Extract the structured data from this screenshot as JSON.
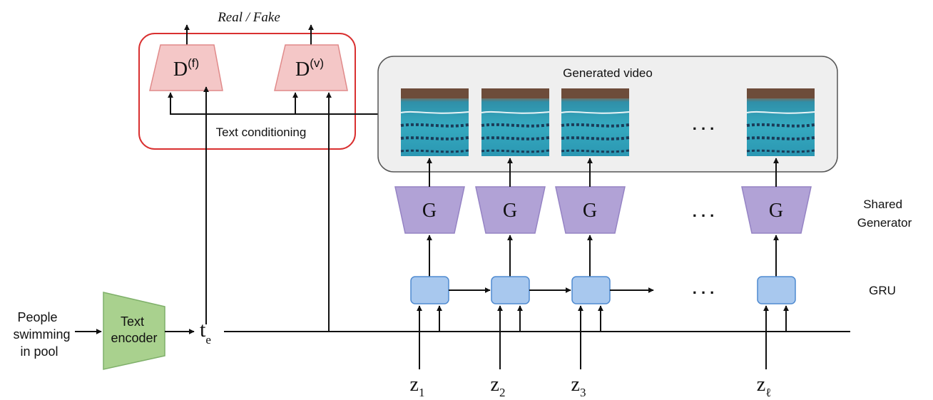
{
  "top_label": "Real / Fake",
  "discriminators": [
    {
      "letter": "D",
      "superscript": "(f)"
    },
    {
      "letter": "D",
      "superscript": "(v)"
    }
  ],
  "text_conditioning_label": "Text conditioning",
  "generated_video_label": "Generated video",
  "generator_letter": "G",
  "shared_generator_label": [
    "Shared",
    "Generator"
  ],
  "gru_label": "GRU",
  "ellipsis": ". . .",
  "input_text": [
    "People",
    "swimming",
    "in pool"
  ],
  "text_encoder_label": [
    "Text",
    "encoder"
  ],
  "te_label": {
    "base": "t",
    "sub": "e"
  },
  "z_labels": [
    {
      "base": "z",
      "sub": "1"
    },
    {
      "base": "z",
      "sub": "2"
    },
    {
      "base": "z",
      "sub": "3"
    },
    {
      "base": "z",
      "sub": "ℓ"
    }
  ],
  "colors": {
    "discriminator_fill": "#f4c7c7",
    "discriminator_stroke": "#e08a8a",
    "conditioning_border": "#d93030",
    "generator_fill": "#b1a2d6",
    "generator_stroke": "#9583c4",
    "gru_fill": "#a8c8ee",
    "gru_stroke": "#4f8ad0",
    "encoder_fill": "#a9d18e",
    "encoder_stroke": "#7fb06a",
    "video_panel_fill": "#efefef",
    "water": "#2aa0b8"
  }
}
